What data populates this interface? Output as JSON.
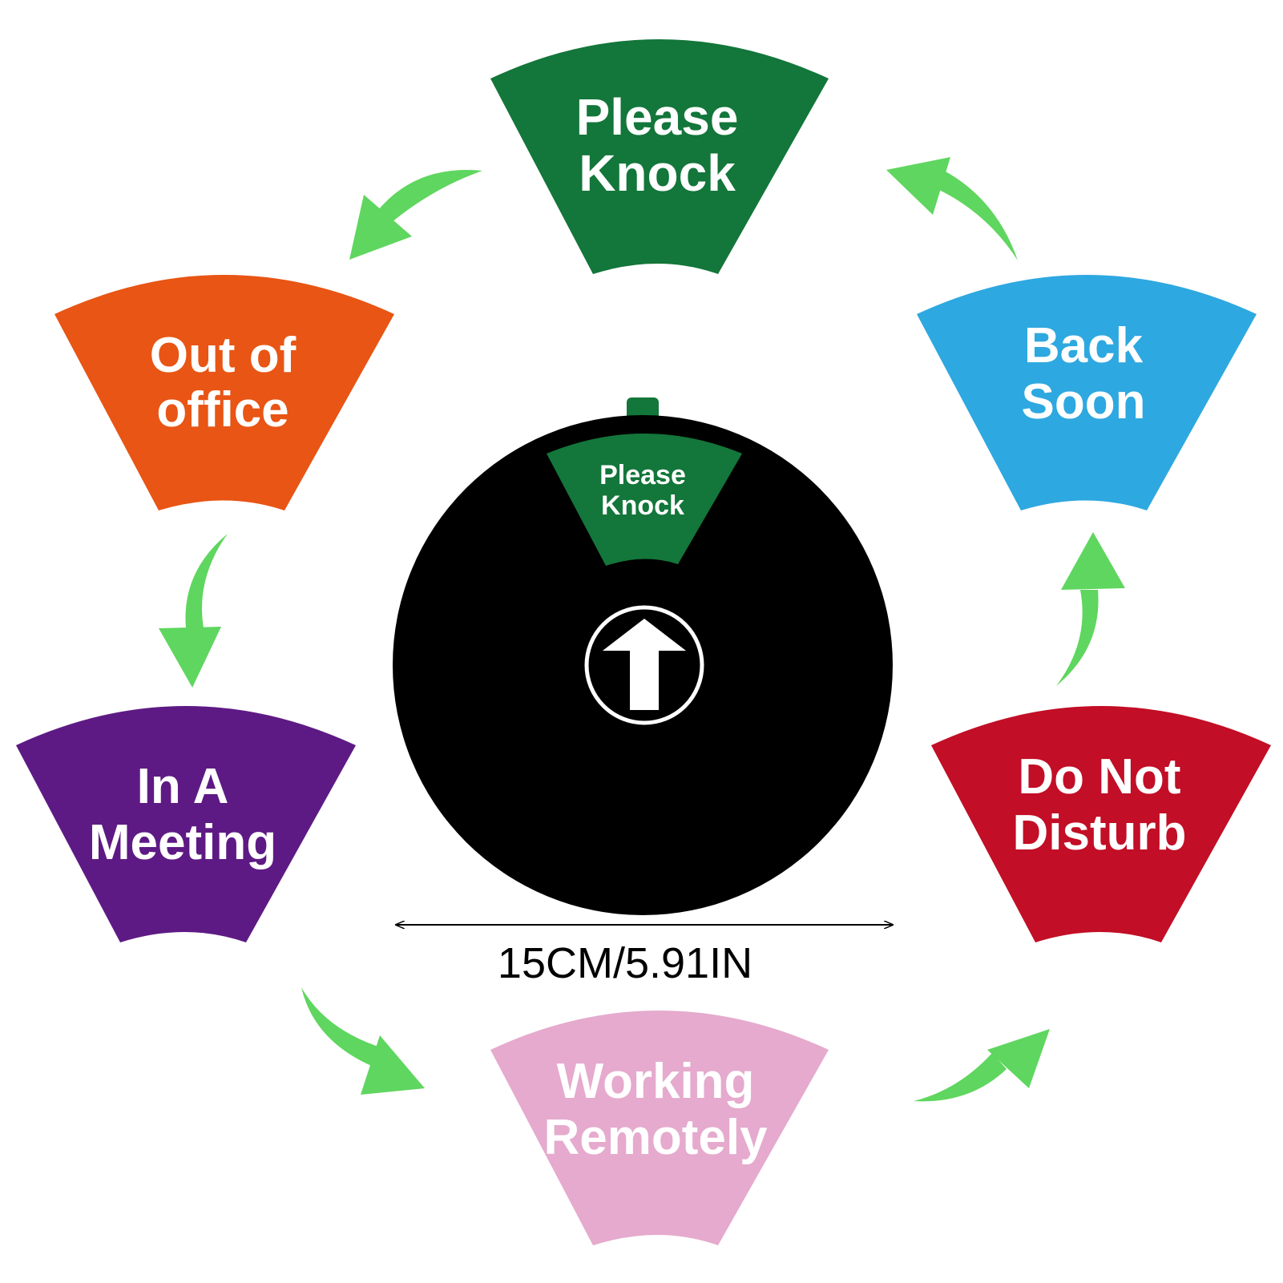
{
  "colors": {
    "arrow": "#5fd65f",
    "dial": "#000000",
    "please_knock": "#13763a",
    "back_soon": "#2ea8e0",
    "do_not_disturb": "#c20e26",
    "working_remotely": "#e5aacd",
    "in_a_meeting": "#5e1a84",
    "out_of_office": "#e85514"
  },
  "segments": {
    "please_knock": {
      "line1": "Please",
      "line2": "Knock"
    },
    "back_soon": {
      "line1": "Back",
      "line2": "Soon"
    },
    "do_not_disturb": {
      "line1": "Do Not",
      "line2": "Disturb"
    },
    "working_remotely": {
      "line1": "Working",
      "line2": "Remotely"
    },
    "in_a_meeting": {
      "line1": "In A",
      "line2": "Meeting"
    },
    "out_of_office": {
      "line1": "Out of",
      "line2": "office"
    }
  },
  "dial": {
    "window_line1": "Please",
    "window_line2": "Knock",
    "pointer_icon": "arrow-up-icon",
    "dimension_label": "15CM/5.91IN"
  },
  "icons": {
    "cycle_arrow": "curved-arrow-icon",
    "dimension_arrow": "double-arrow-icon"
  }
}
